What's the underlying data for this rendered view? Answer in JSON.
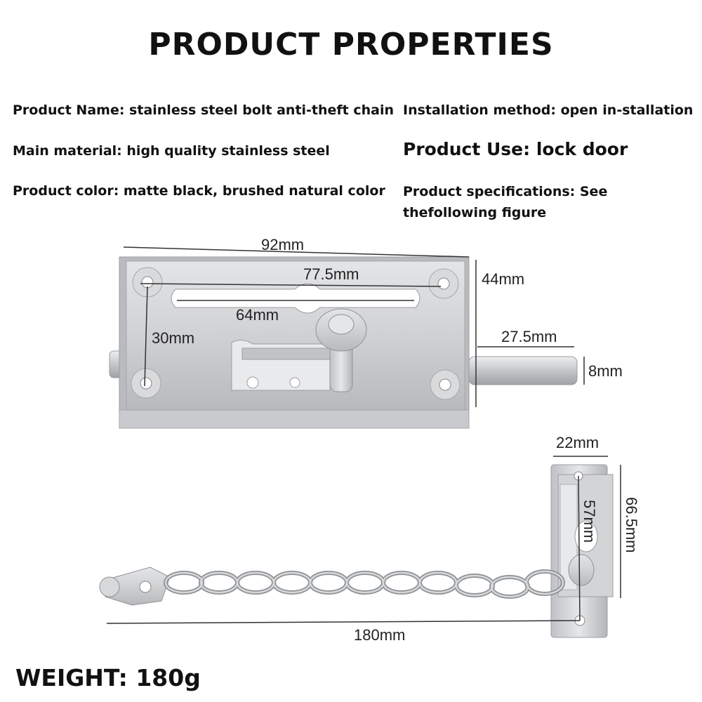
{
  "header": {
    "title": "PRODUCT PROPERTIES"
  },
  "properties": {
    "product_name": "Product Name: stainless steel bolt anti-theft chain",
    "installation_method": "Installation method: open in-stallation",
    "main_material": "Main material: high quality stainless steel",
    "product_use": "Product Use: lock door",
    "product_color": "Product color: matte black, brushed natural color",
    "product_specifications": "Product specifications: See thefollowing figure"
  },
  "dimensions": {
    "bolt_length": "92mm",
    "hole_spacing_horizontal": "77.5mm",
    "slot_length": "64mm",
    "plate_height": "44mm",
    "hole_spacing_vertical": "30mm",
    "pin_length": "27.5mm",
    "pin_diameter": "8mm",
    "chain_plate_width": "22mm",
    "chain_hole_spacing": "57mm",
    "chain_plate_height": "66.5mm",
    "chain_total_length": "180mm"
  },
  "footer": {
    "weight": "WEIGHT: 180g"
  },
  "colors": {
    "steel": "#cfd1d3",
    "steel_dark": "#a7aaad",
    "line": "#333333"
  }
}
